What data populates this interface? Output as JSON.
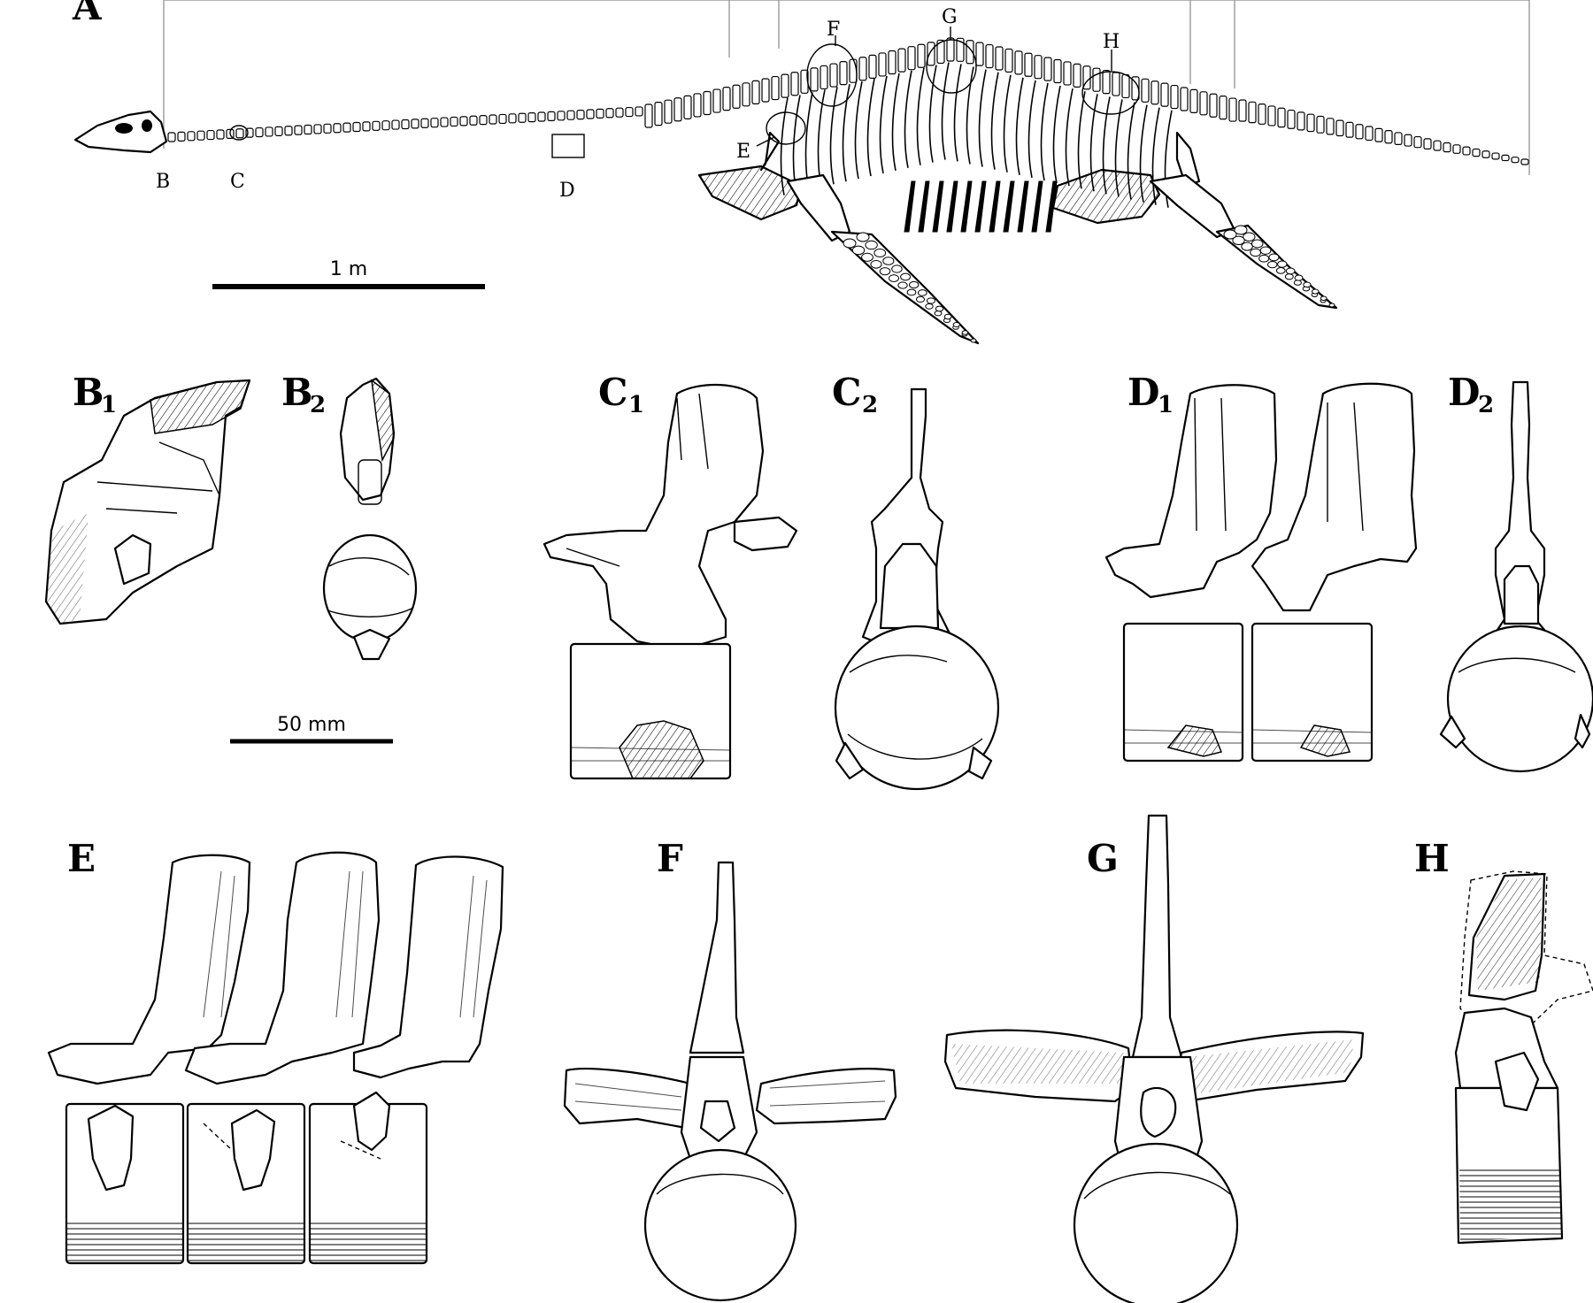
{
  "figure": {
    "panel_A_label": "A",
    "skeleton_markers": [
      "B",
      "C",
      "D",
      "E",
      "F",
      "G",
      "H"
    ],
    "scale_bar_large": "1 m",
    "scale_bar_small": "50 mm",
    "panels": [
      {
        "letter": "B",
        "sub": "1"
      },
      {
        "letter": "B",
        "sub": "2"
      },
      {
        "letter": "C",
        "sub": "1"
      },
      {
        "letter": "C",
        "sub": "2"
      },
      {
        "letter": "D",
        "sub": "1"
      },
      {
        "letter": "D",
        "sub": "2"
      },
      {
        "letter": "E",
        "sub": ""
      },
      {
        "letter": "F",
        "sub": ""
      },
      {
        "letter": "G",
        "sub": ""
      },
      {
        "letter": "H",
        "sub": ""
      }
    ]
  }
}
